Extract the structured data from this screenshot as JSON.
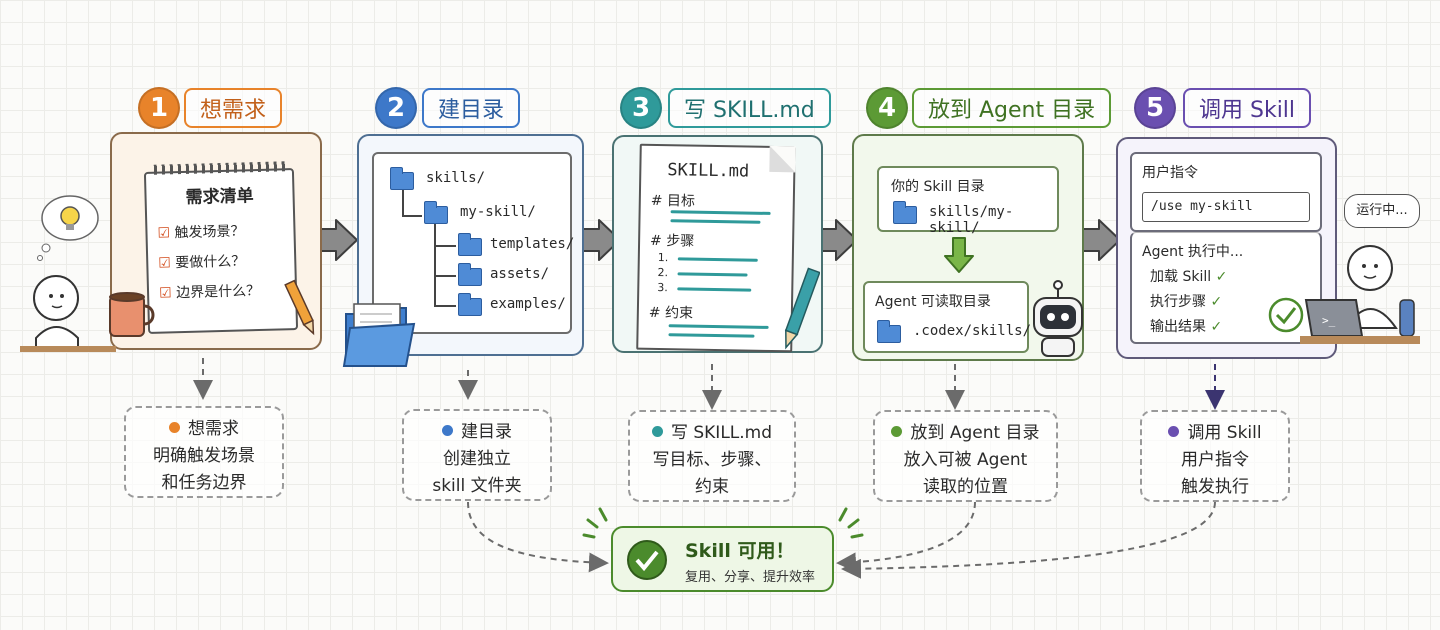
{
  "colors": {
    "step1": "#e8832a",
    "step2": "#3d78c9",
    "step3": "#2f9a9a",
    "step4": "#5c9a35",
    "step5": "#6a4fb0",
    "success": "#4b8b2c"
  },
  "steps": [
    {
      "number": "1",
      "title": "想需求",
      "notepad": {
        "heading": "需求清单",
        "items": [
          "触发场景？",
          "要做什么？",
          "边界是什么？"
        ]
      },
      "caption": {
        "title": "想需求",
        "lines": [
          "明确触发场景",
          "和任务边界"
        ]
      }
    },
    {
      "number": "2",
      "title": "建目录",
      "tree": [
        "skills/",
        "my-skill/",
        "templates/",
        "assets/",
        "examples/"
      ],
      "caption": {
        "title": "建目录",
        "lines": [
          "创建独立",
          "skill 文件夹"
        ]
      }
    },
    {
      "number": "3",
      "title": "写 SKILL.md",
      "doc": {
        "filename": "SKILL.md",
        "section_goal": "# 目标",
        "section_steps": "# 步骤",
        "step_numbers": [
          "1.",
          "2.",
          "3."
        ],
        "section_constraints": "# 约束"
      },
      "caption": {
        "title": "写 SKILL.md",
        "lines": [
          "写目标、步骤、",
          "约束"
        ]
      }
    },
    {
      "number": "4",
      "title": "放到 Agent 目录",
      "your_dir_label": "你的 Skill 目录",
      "your_dir_path": "skills/my-skill/",
      "agent_dir_label": "Agent 可读取目录",
      "agent_dir_path": ".codex/skills/",
      "caption": {
        "title": "放到 Agent 目录",
        "lines": [
          "放入可被 Agent",
          "读取的位置"
        ]
      }
    },
    {
      "number": "5",
      "title": "调用 Skill",
      "command_label": "用户指令",
      "command": "/use my-skill",
      "running_label": "Agent 执行中...",
      "tasks": [
        "加载 Skill",
        "执行步骤",
        "输出结果"
      ],
      "speech": "运行中...",
      "caption": {
        "title": "调用 Skill",
        "lines": [
          "用户指令",
          "触发执行"
        ]
      }
    }
  ],
  "result": {
    "title": "Skill 可用！",
    "subtitle": "复用、分享、提升效率"
  }
}
